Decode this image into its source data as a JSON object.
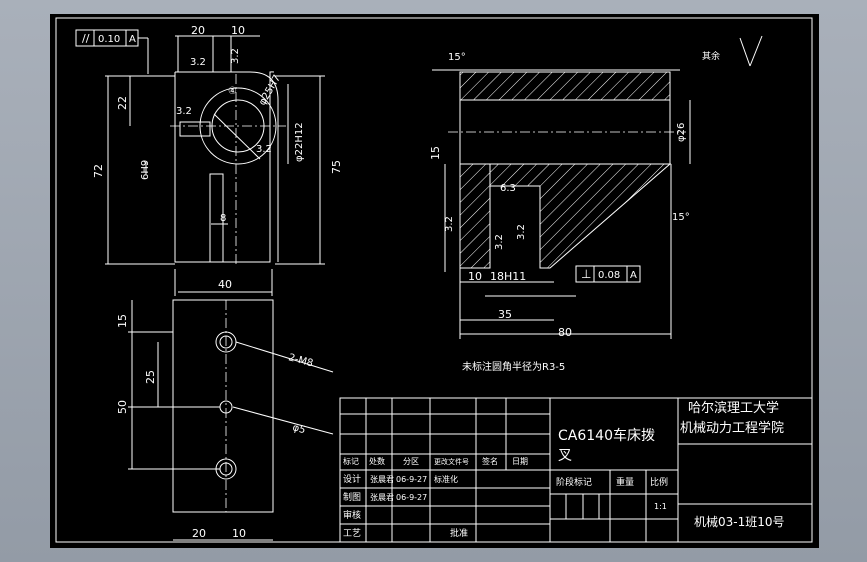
{
  "drawing": {
    "dims": {
      "top_20": "20",
      "top_10": "10",
      "top_3_2a": "3.2",
      "top_3_2b": "3.2",
      "d25": "φ25H7",
      "d22": "φ22H12",
      "r_3_2": "3.2",
      "c_3_2": "3.2",
      "v72": "72",
      "v75": "75",
      "v22": "22",
      "v6h9": "6H9",
      "v8": "8",
      "v40": "40",
      "ang15": "15°",
      "d26": "φ26",
      "v15s": "15",
      "r6_3": "6.3",
      "s3_2a": "3.2",
      "s3_2b": "3.2",
      "s3_2c": "3.2",
      "ang15b": "15°",
      "b10": "10",
      "b18": "18H11",
      "b35": "35",
      "b80": "80",
      "p15": "15",
      "p25": "25",
      "p50": "50",
      "p20": "20",
      "p10": "10",
      "m8": "2-M8",
      "d5": "φ5",
      "circle_id": "④"
    },
    "tolerance_parallel": {
      "symbol": "//",
      "value": "0.10",
      "datum": "A"
    },
    "tolerance_perp": {
      "symbol": "⊥",
      "value": "0.08",
      "datum": "A"
    },
    "rest_label": "其余",
    "note": "未标注圆角半径为R3-5"
  },
  "title_block": {
    "part_name_1": "CA6140车床拨",
    "part_name_2": "叉",
    "school_1": "哈尔滨理工大学",
    "school_2": "机械动力工程学院",
    "code": "机械03-1班10号",
    "headers": [
      "标记",
      "处数",
      "分区",
      "更改文件号",
      "签名",
      "日期"
    ],
    "design": "设计",
    "designer": "张晨君",
    "design_date": "06-9-27",
    "standard": "标准化",
    "draw": "制图",
    "drawer": "张晨君",
    "draw_date": "06-9-27",
    "review": "审核",
    "craft": "工艺",
    "approve": "批准",
    "stage_label": "阶段标记",
    "weight_label": "重量",
    "scale_label": "比例",
    "scale": "1:1"
  }
}
